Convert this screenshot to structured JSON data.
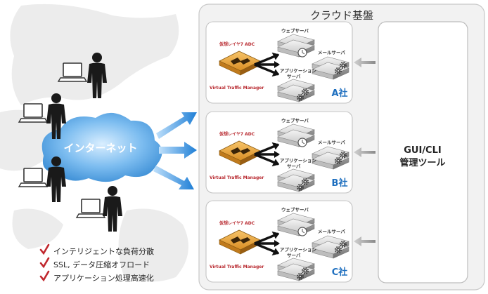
{
  "cloud_title": "クラウド基盤",
  "internet_label": "インターネット",
  "gui_lines": [
    "GUI/CLI",
    "管理ツール"
  ],
  "adc_label": "仮想レイヤ7 ADC",
  "vtm_label": "Virtual Traffic Manager",
  "servers": {
    "web": "ウェブサーバ",
    "mail": "メールサーバ",
    "app_line1": "アプリケーション",
    "app_line2": "サーバ"
  },
  "tenants": [
    "A社",
    "B社",
    "C社"
  ],
  "features": [
    "インテリジェントな負荷分散",
    "SSL, データ圧縮オフロード",
    "アプリケーション処理高速化"
  ],
  "icons": [
    "check-icon",
    "person-icon",
    "laptop-icon",
    "server-icon",
    "gear-icon",
    "traffic-manager-icon",
    "arrow-icon"
  ],
  "colors": {
    "accent_blue": "#1e6fbf",
    "check_red": "#c0272d",
    "adc_orange": "#e8a33c",
    "cloud_blue": "#5aa8e6"
  }
}
